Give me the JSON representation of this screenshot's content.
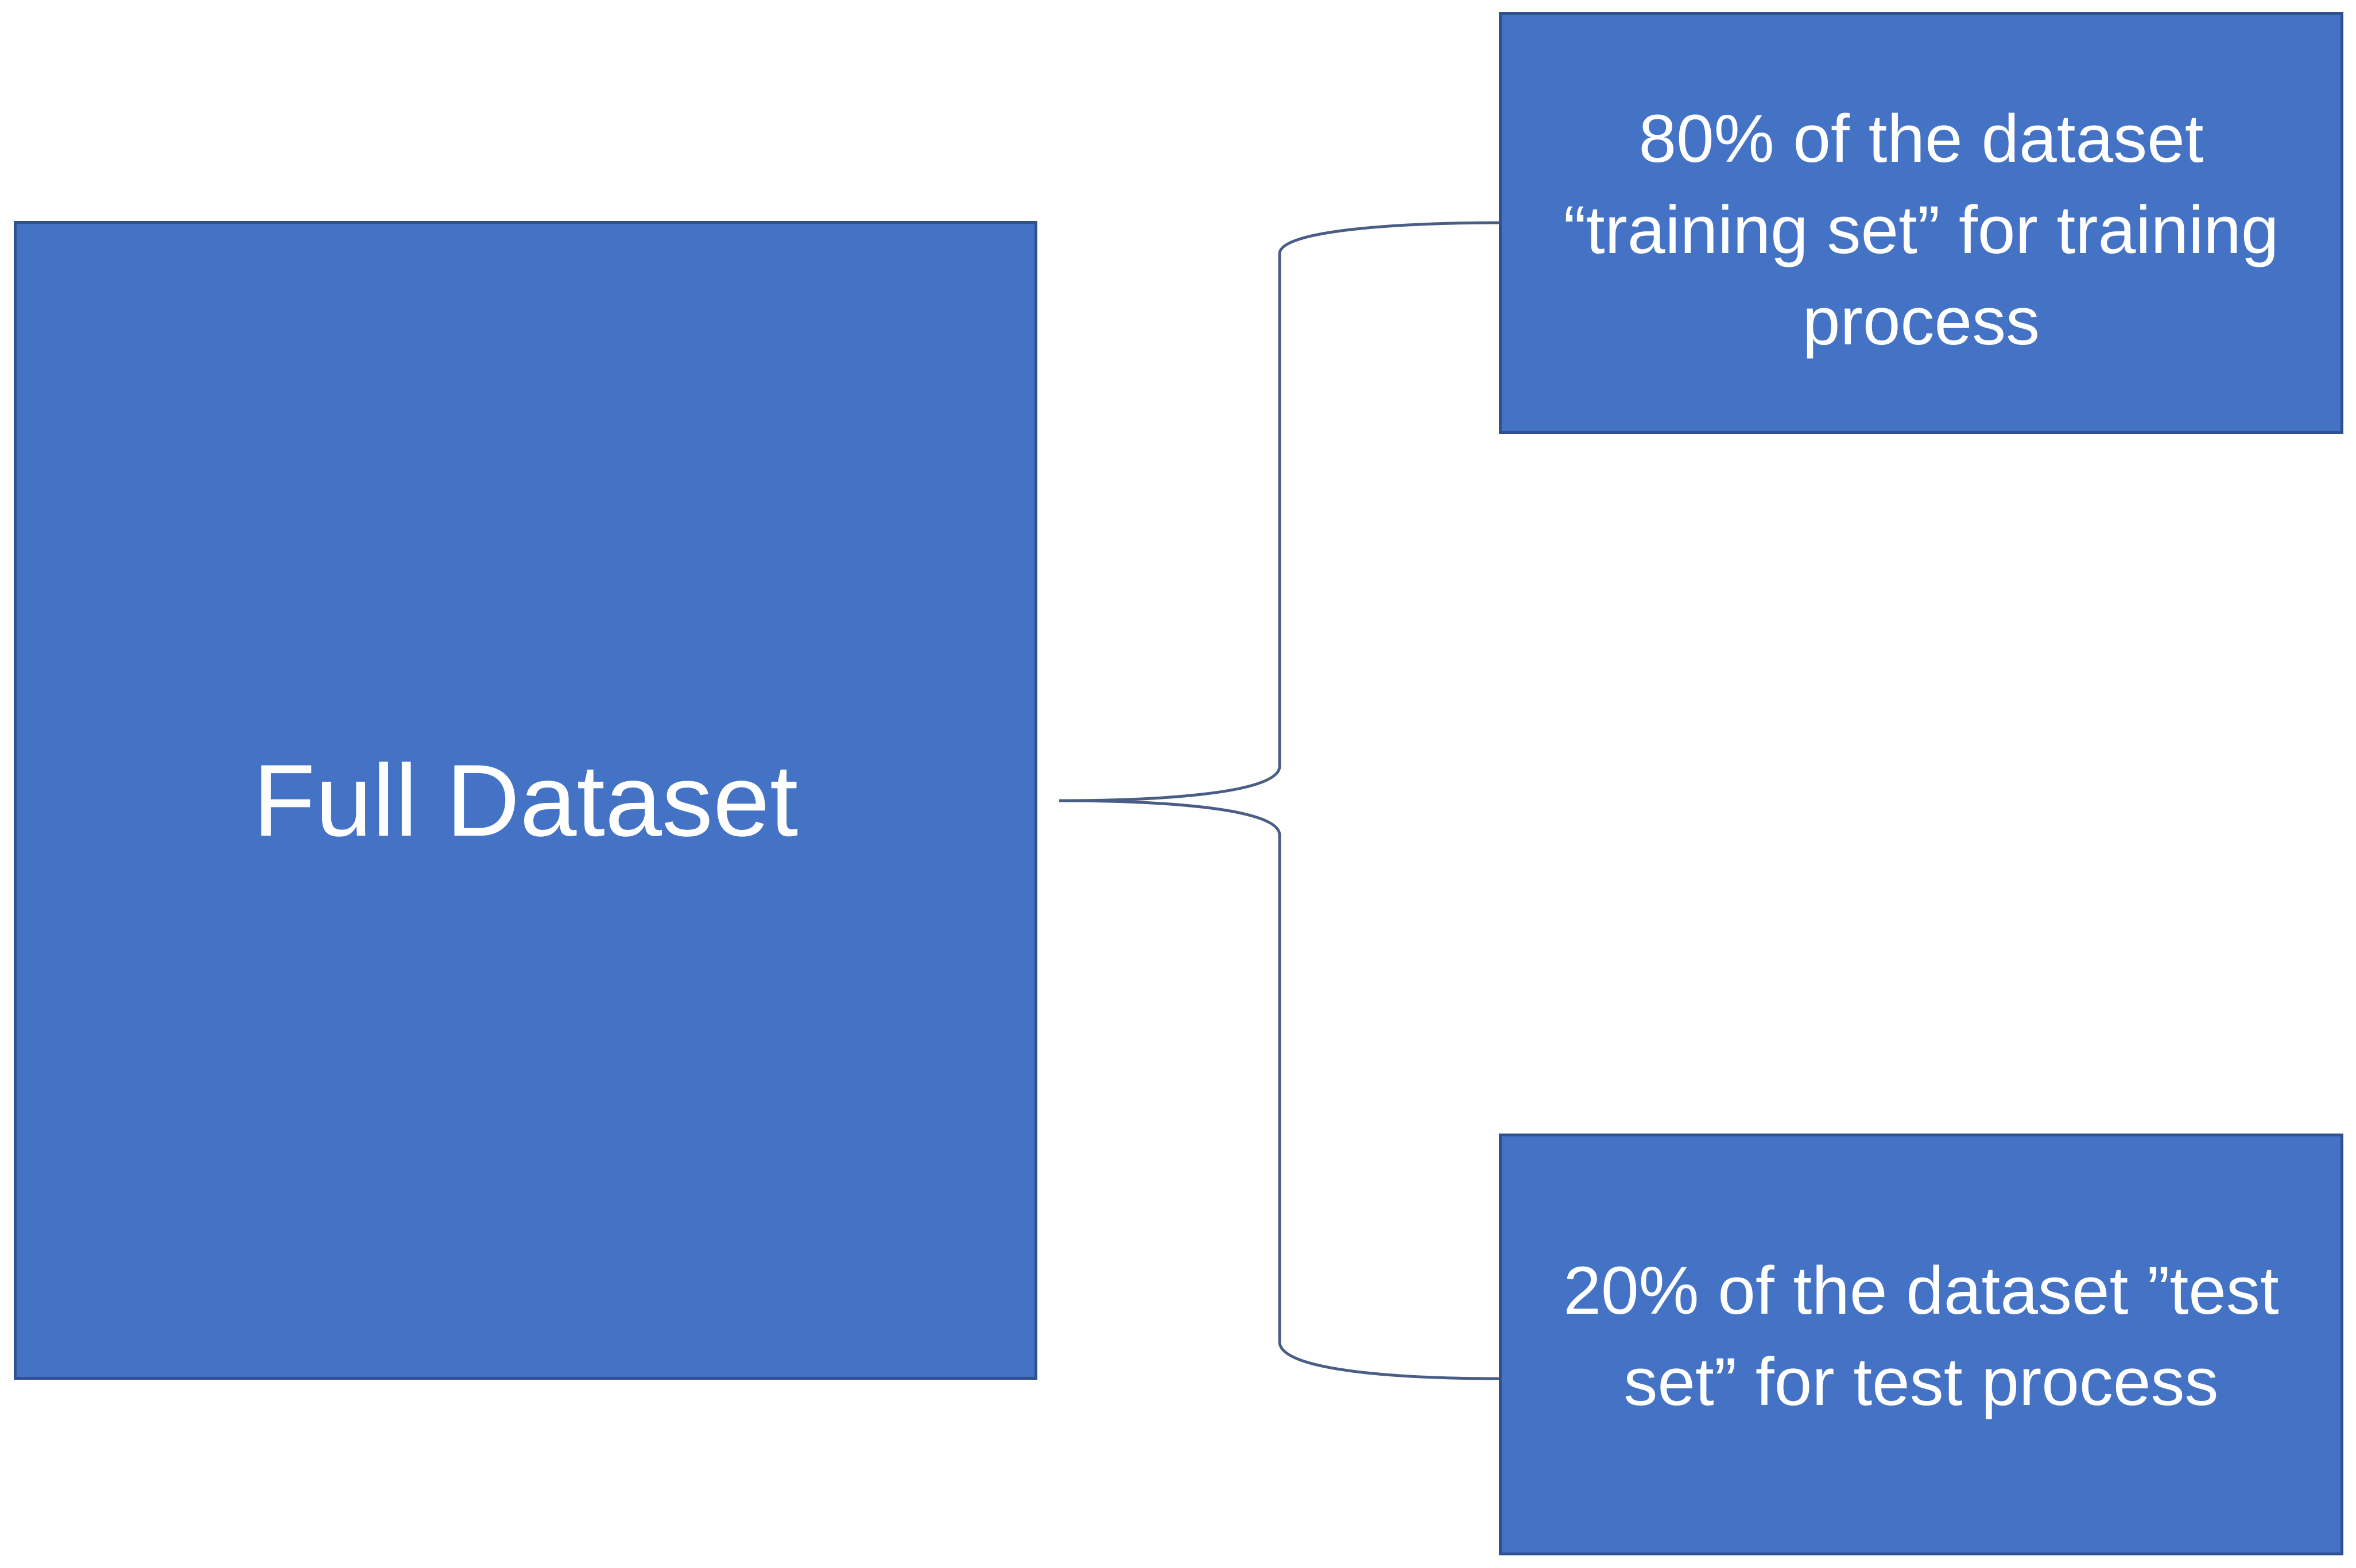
{
  "diagram": {
    "full_dataset": {
      "label": "Full Dataset"
    },
    "training": {
      "label": "80% of the dataset “training set” for training process"
    },
    "test": {
      "label": "20% of the dataset ”test set” for test process"
    },
    "colors": {
      "box_fill": "#4472C4",
      "box_border": "#2F528F",
      "connector": "#4A5E85",
      "text": "#FFFFFF"
    }
  }
}
